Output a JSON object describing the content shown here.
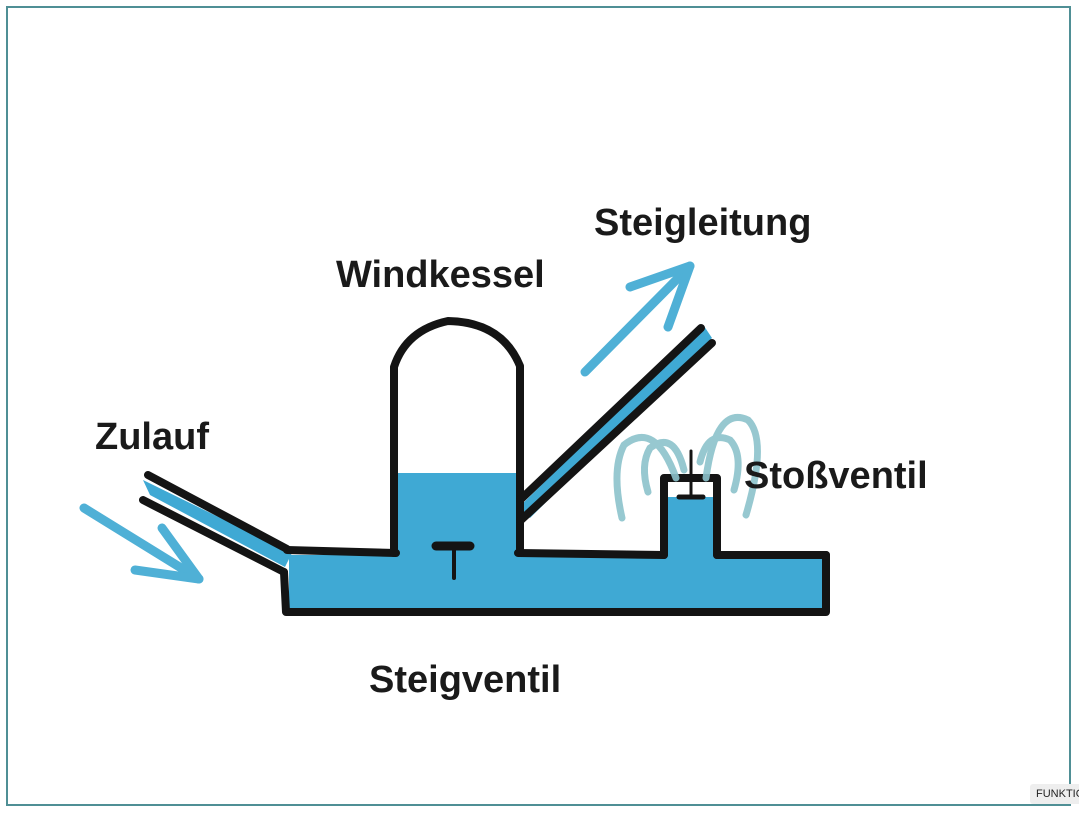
{
  "labels": {
    "zulauf": "Zulauf",
    "windkessel": "Windkessel",
    "steigleitung": "Steigleitung",
    "stossventil": "Stoßventil",
    "steigventil": "Steigventil"
  },
  "badge": "FUNKTION",
  "icons": {
    "inflow_arrow": "arrow-down-right-icon",
    "outflow_arrow": "arrow-up-right-icon"
  },
  "colors": {
    "water": "#3fa9d4",
    "outline": "#141414",
    "arrow": "#4fb0d6",
    "splash": "#8cc3cc",
    "frame": "#4f8f95"
  }
}
